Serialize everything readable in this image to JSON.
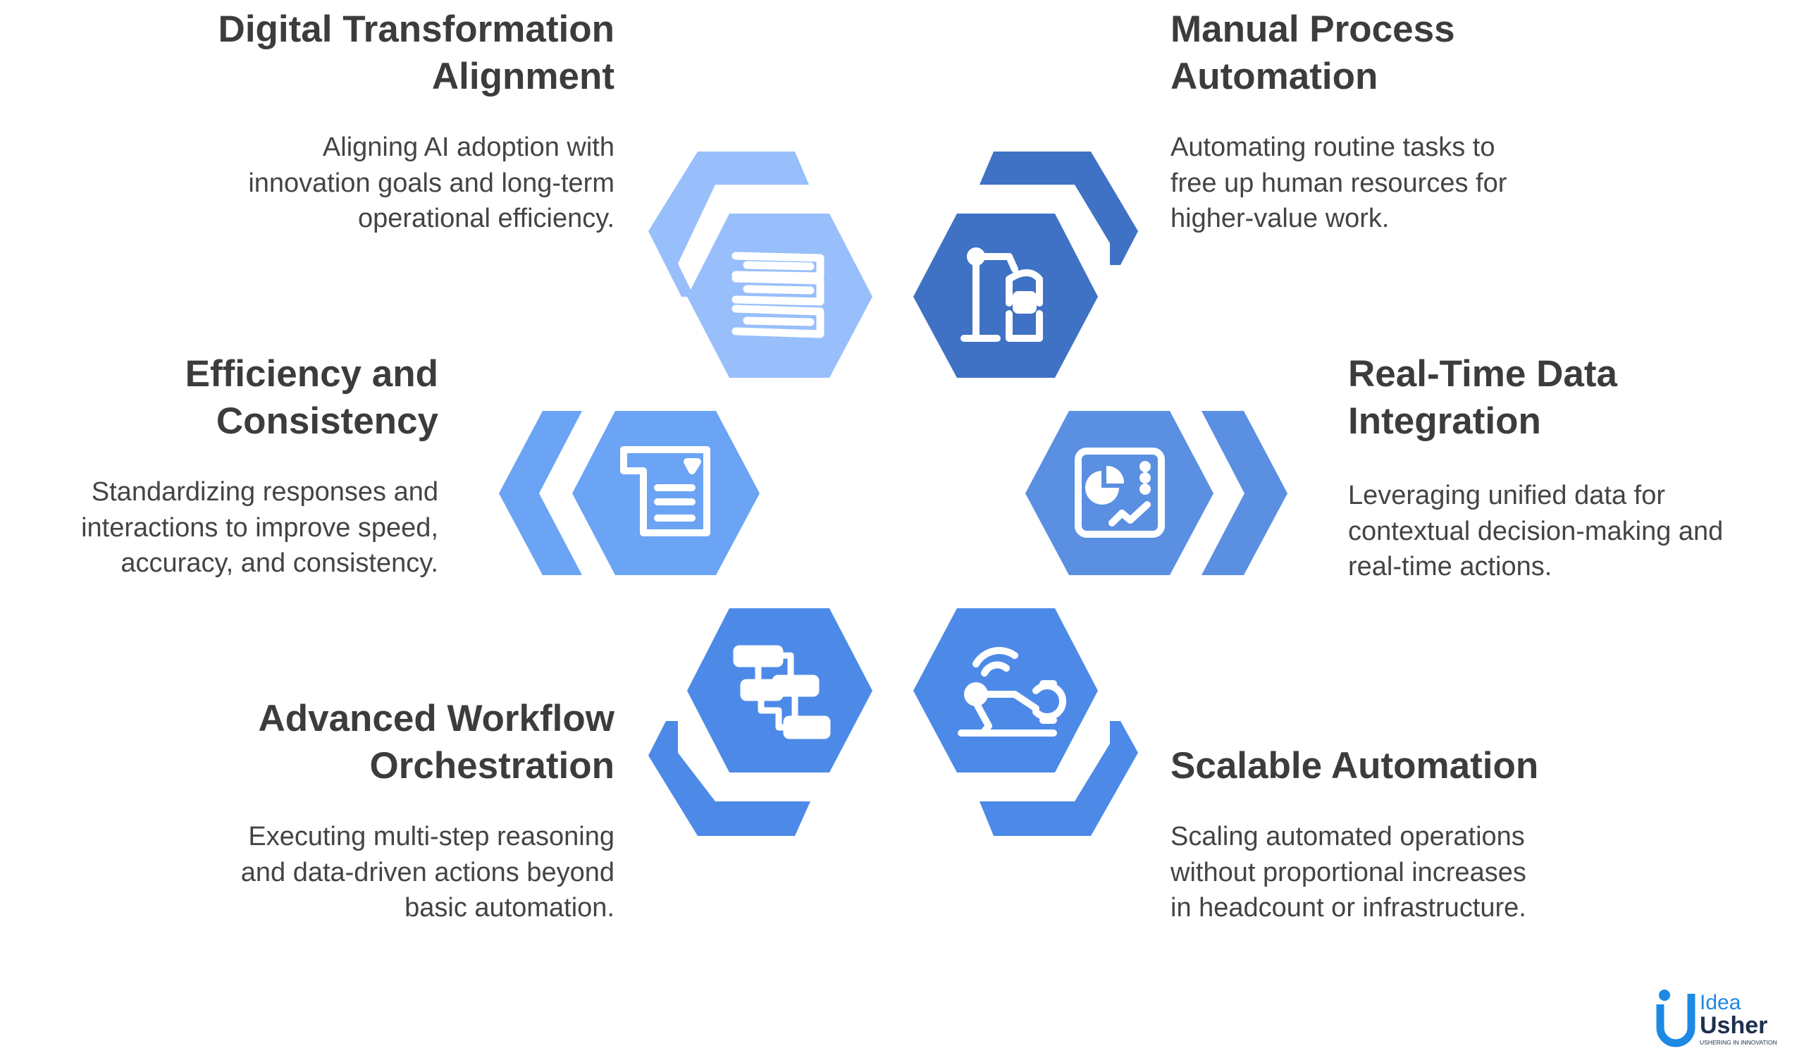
{
  "colors": {
    "light": "#98bffb",
    "mid_light": "#6ba4f5",
    "mid": "#5a8fe2",
    "dark": "#3f72c4",
    "mid_blue": "#4d8ae8",
    "text": "#3c3c3c",
    "logo_blue": "#1e88e5",
    "logo_dark": "#1e2f4c"
  },
  "items": [
    {
      "title_lines": [
        "Digital Transformation",
        "Alignment"
      ],
      "desc_lines": [
        "Aligning AI adoption with",
        "innovation goals and long-term",
        "operational efficiency."
      ],
      "icon": "stacked-layers-icon",
      "color": "#98bffb"
    },
    {
      "title_lines": [
        "Manual Process",
        "Automation"
      ],
      "desc_lines": [
        "Automating routine tasks to",
        "free up human resources for",
        "higher-value work."
      ],
      "icon": "robot-arm-icon",
      "color": "#3f72c4"
    },
    {
      "title_lines": [
        "Efficiency and",
        "Consistency"
      ],
      "desc_lines": [
        "Standardizing responses and",
        "interactions to improve speed,",
        "accuracy, and consistency."
      ],
      "icon": "form-document-icon",
      "color": "#6ba4f5"
    },
    {
      "title_lines": [
        "Real-Time Data",
        "Integration"
      ],
      "desc_lines": [
        "Leveraging unified data for",
        "contextual decision-making and",
        "real-time actions."
      ],
      "icon": "dashboard-chart-icon",
      "color": "#5a8fe2"
    },
    {
      "title_lines": [
        "Advanced Workflow",
        "Orchestration"
      ],
      "desc_lines": [
        "Executing multi-step reasoning",
        "and data-driven actions beyond",
        "basic automation."
      ],
      "icon": "workflow-icon",
      "color": "#4d8ae8"
    },
    {
      "title_lines": [
        "Scalable Automation"
      ],
      "desc_lines": [
        "Scaling automated operations",
        "without proportional increases",
        "in headcount or infrastructure."
      ],
      "icon": "wireless-robot-arm-icon",
      "color": "#4d8ae8"
    }
  ],
  "logo": {
    "top_text": "Idea",
    "bottom_text": "Usher",
    "tagline": "USHERING IN INNOVATION"
  }
}
